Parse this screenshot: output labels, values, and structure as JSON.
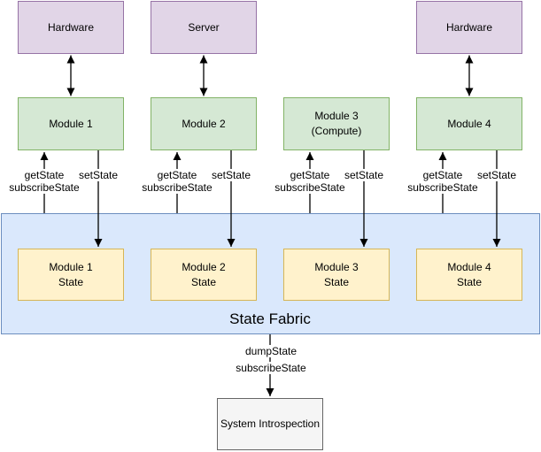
{
  "colors": {
    "hardware_fill": "#E1D5E7",
    "hardware_stroke": "#9673A6",
    "module_fill": "#D5E8D4",
    "module_stroke": "#82B366",
    "state_fill": "#FFF2CC",
    "state_stroke": "#D6B656",
    "fabric_fill": "#DAE8FC",
    "fabric_stroke": "#6C8EBF",
    "introspection_fill": "#F5F5F5",
    "introspection_stroke": "#666666",
    "arrow": "#000000"
  },
  "fabric": {
    "label": "State Fabric"
  },
  "columns": [
    {
      "top_label": "Hardware",
      "module_label": "Module 1",
      "module_sublabel": "",
      "state_label_line1": "Module 1",
      "state_label_line2": "State",
      "get_label": "getState",
      "subscribe_label": "subscribeState",
      "set_label": "setState"
    },
    {
      "top_label": "Server",
      "module_label": "Module 2",
      "module_sublabel": "",
      "state_label_line1": "Module 2",
      "state_label_line2": "State",
      "get_label": "getState",
      "subscribe_label": "subscribeState",
      "set_label": "setState"
    },
    {
      "top_label": "",
      "module_label": "Module 3",
      "module_sublabel": "(Compute)",
      "state_label_line1": "Module 3",
      "state_label_line2": "State",
      "get_label": "getState",
      "subscribe_label": "subscribeState",
      "set_label": "setState"
    },
    {
      "top_label": "Hardware",
      "module_label": "Module 4",
      "module_sublabel": "",
      "state_label_line1": "Module 4",
      "state_label_line2": "State",
      "get_label": "getState",
      "subscribe_label": "subscribeState",
      "set_label": "setState"
    }
  ],
  "output": {
    "dump_label": "dumpState",
    "subscribe_label": "subscribeState",
    "box_label": "System Introspection"
  }
}
